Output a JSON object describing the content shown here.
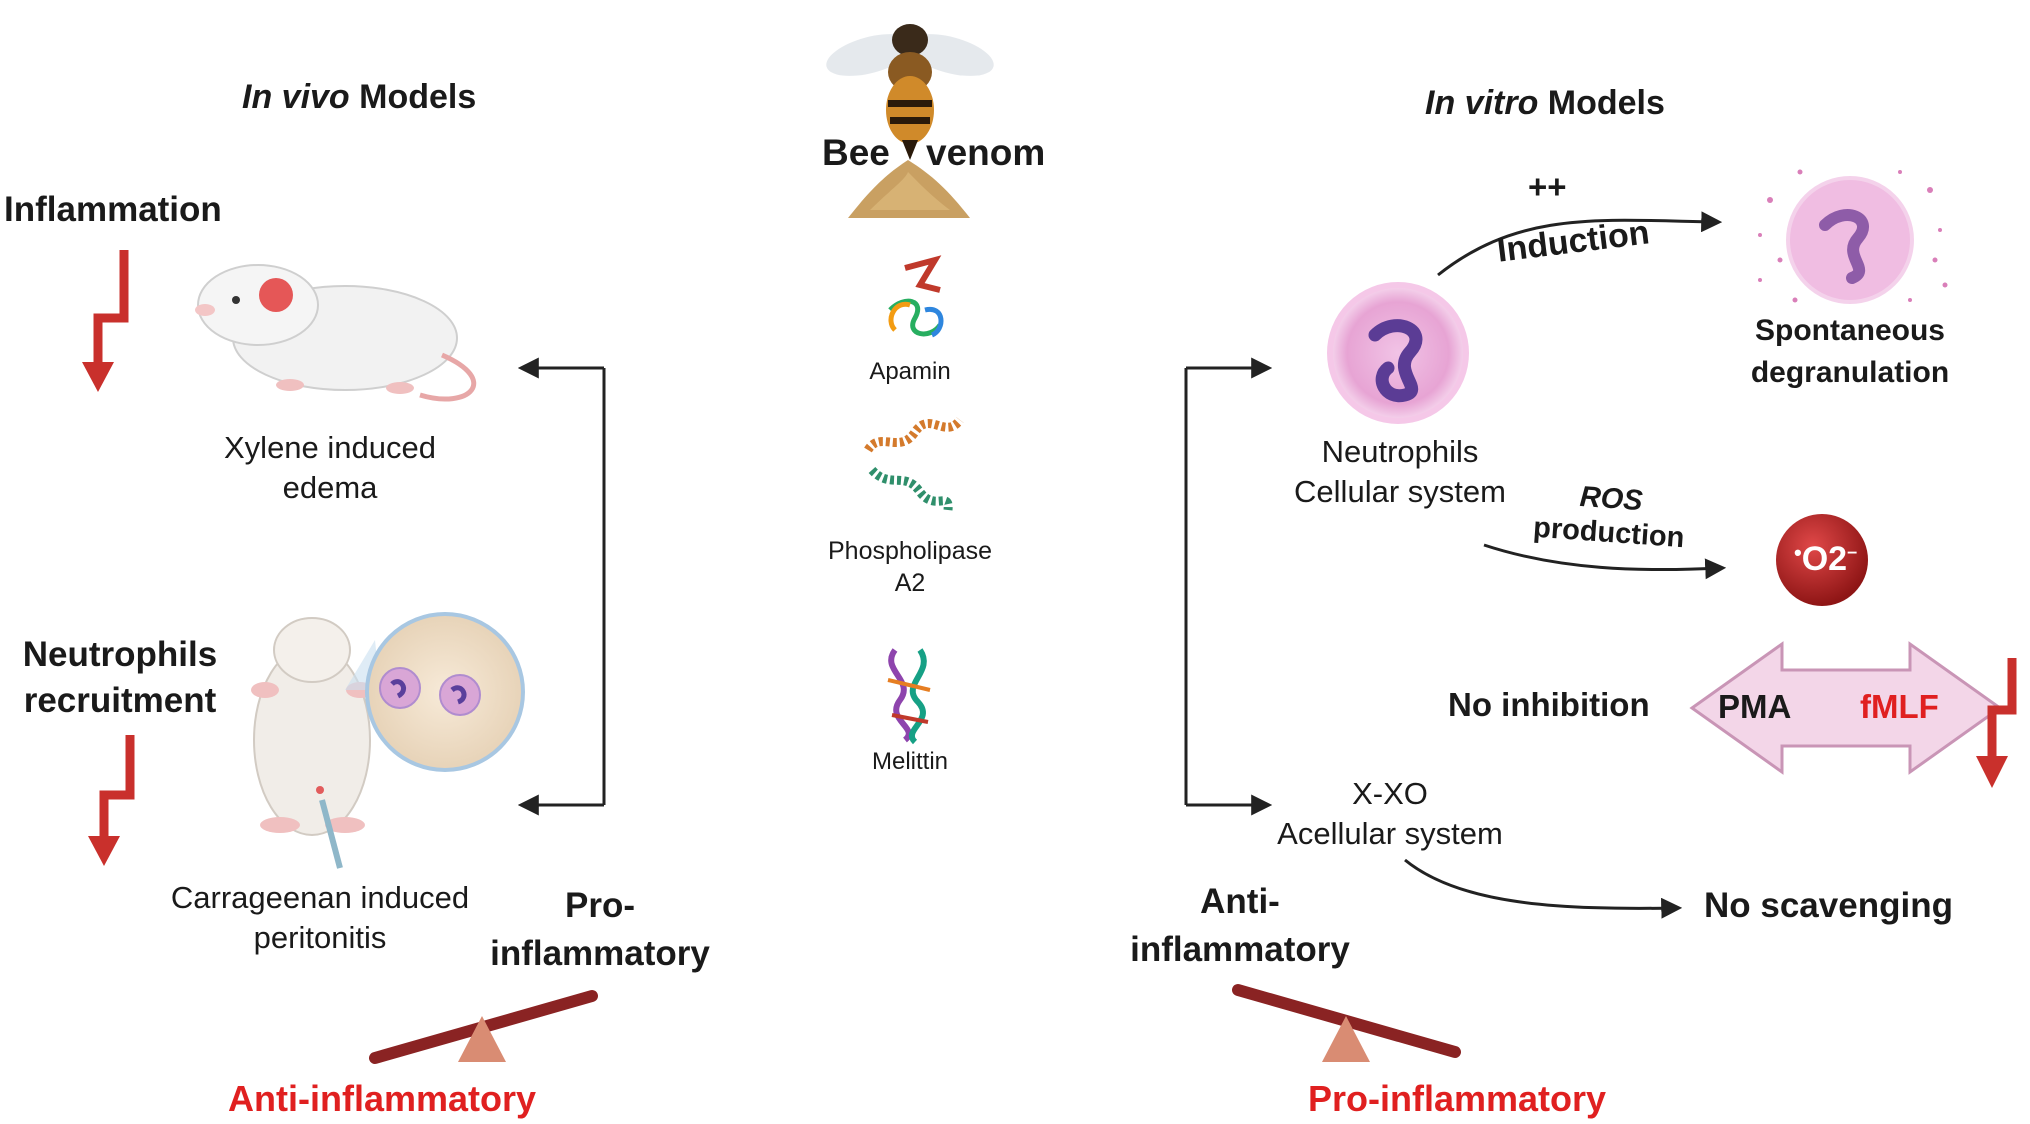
{
  "left": {
    "heading_italic": "In vivo",
    "heading_rest": " Models",
    "inflammation": "Inflammation",
    "xylene_line1": "Xylene induced",
    "xylene_line2": "edema",
    "neutrophils_line1": "Neutrophils",
    "neutrophils_line2": "recruitment",
    "carrageenan_line1": "Carrageenan induced",
    "carrageenan_line2": "peritonitis",
    "pro_line1": "Pro-",
    "pro_line2": "inflammatory",
    "balance_label": "Anti-inflammatory"
  },
  "center": {
    "bee_word1": "Bee",
    "bee_word2": "venom",
    "apamin": "Apamin",
    "pla2_line1": "Phospholipase",
    "pla2_line2": "A2",
    "melittin": "Melittin"
  },
  "right": {
    "heading_italic": "In vitro",
    "heading_rest": " Models",
    "plusplus": "++",
    "induction": "Induction",
    "spontaneous_line1": "Spontaneous",
    "spontaneous_line2": "degranulation",
    "neutrophils_line1": "Neutrophils",
    "neutrophils_line2": "Cellular system",
    "ros_line1": "ROS",
    "ros_line2": "production",
    "superoxide": "O2",
    "no_inhibition": "No inhibition",
    "pma": "PMA",
    "fmlf": "fMLF",
    "xxo_line1": "X-XO",
    "xxo_line2": "Acellular system",
    "no_scavenging": "No scavenging",
    "anti_line1": "Anti-",
    "anti_line2": "inflammatory",
    "balance_label": "Pro-inflammatory"
  },
  "colors": {
    "accent_red": "#e02020",
    "arrow_red": "#c9302c",
    "beam": "#8a2323",
    "fulcrum": "#d98c73",
    "cell_pink": "#e9a6d6",
    "double_arrow_fill": "#f3d6e8",
    "double_arrow_stroke": "#c995b6",
    "superoxide": "#b22222"
  }
}
